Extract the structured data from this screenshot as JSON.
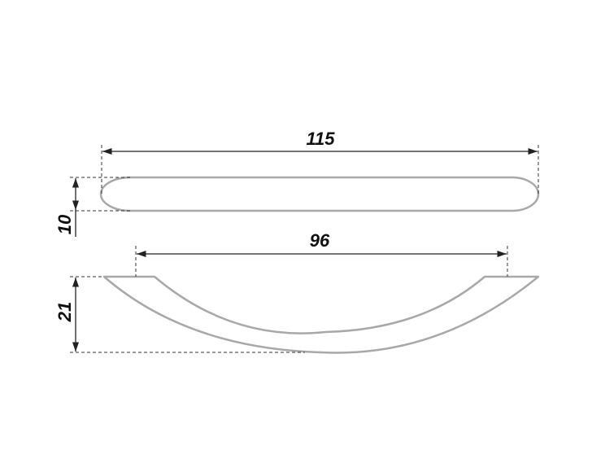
{
  "dimensions": {
    "overall_length": "115",
    "thickness": "10",
    "hole_spacing": "96",
    "height": "21"
  },
  "colors": {
    "outline": "#a8a8a8",
    "dimension": "#222222"
  }
}
